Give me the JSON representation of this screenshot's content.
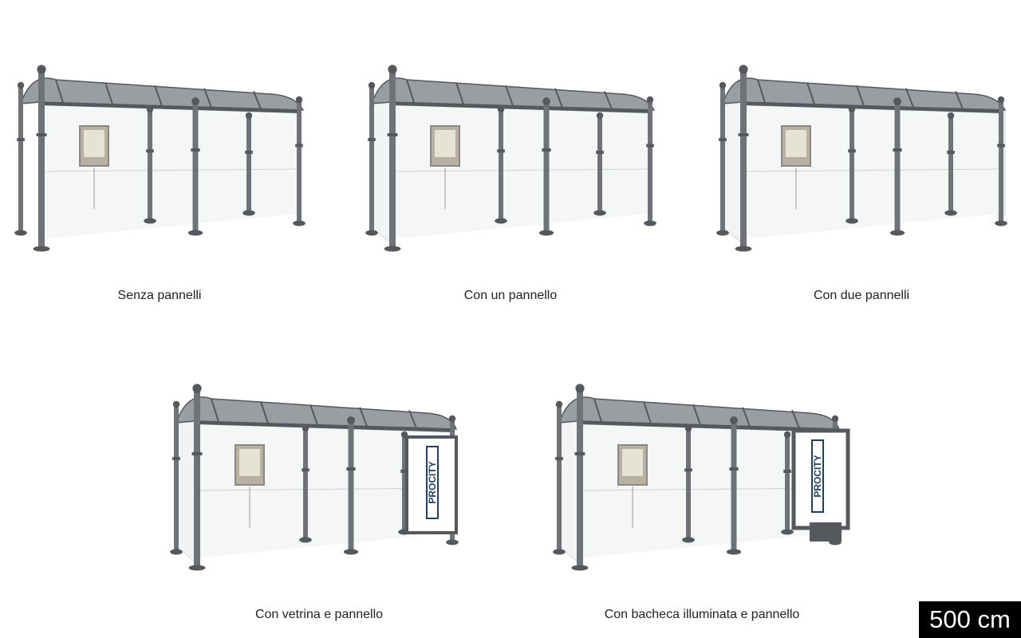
{
  "variants": [
    {
      "id": "senza-pannelli",
      "caption": "Senza pannelli",
      "side_panels": 0,
      "showcase": false,
      "illuminated_board": false
    },
    {
      "id": "con-un-pannello",
      "caption": "Con un pannello",
      "side_panels": 1,
      "showcase": false,
      "illuminated_board": false
    },
    {
      "id": "con-due-pannelli",
      "caption": "Con due pannelli",
      "side_panels": 2,
      "showcase": false,
      "illuminated_board": false
    },
    {
      "id": "con-vetrina-e-pannello",
      "caption": "Con vetrina e pannello",
      "side_panels": 1,
      "showcase": true,
      "illuminated_board": false
    },
    {
      "id": "con-bacheca-illuminata-e-pannello",
      "caption": "Con bacheca illuminata e pannello",
      "side_panels": 1,
      "showcase": false,
      "illuminated_board": true
    }
  ],
  "brand_text": "PROCITY",
  "size_badge": "500 cm",
  "colors": {
    "metal": "#6f7276",
    "metal_dark": "#55585c",
    "roof": "#9a9ea3",
    "glass": "#f1f3f4",
    "brand": "#1f3f63"
  }
}
